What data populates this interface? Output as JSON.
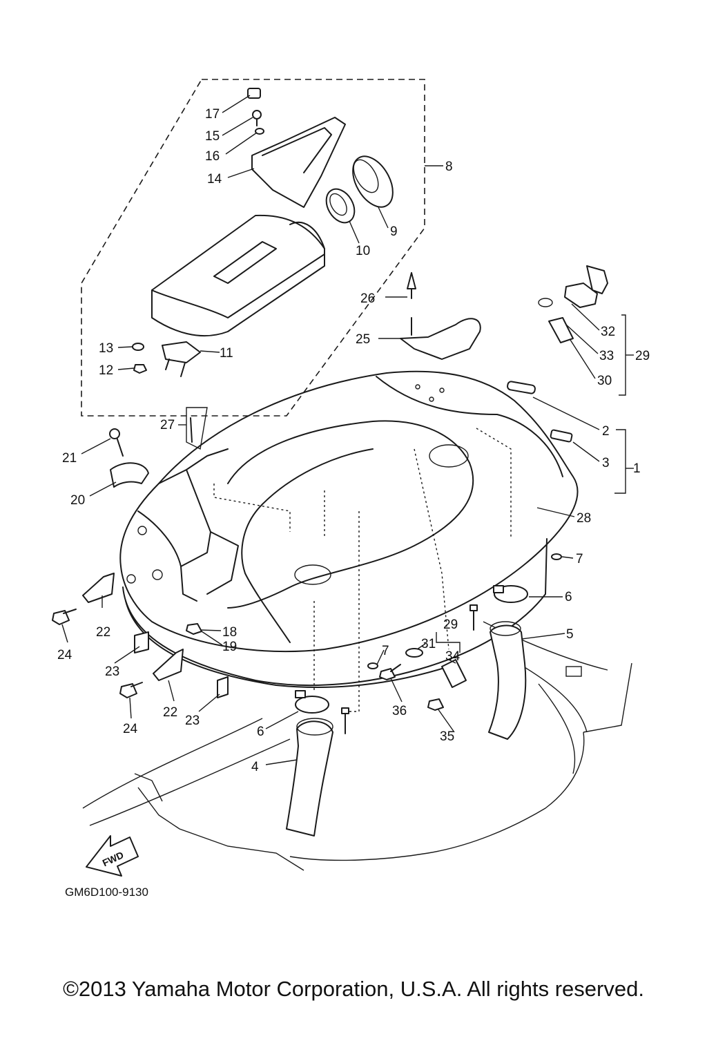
{
  "diagram": {
    "drawing_code": "GM6D100-9130",
    "fwd_label": "FWD",
    "copyright": "©2013 Yamaha Motor Corporation, U.S.A. All rights reserved.",
    "callouts": [
      "1",
      "2",
      "3",
      "4",
      "5",
      "6",
      "7",
      "8",
      "9",
      "10",
      "11",
      "12",
      "13",
      "14",
      "15",
      "16",
      "17",
      "18",
      "19",
      "20",
      "21",
      "22",
      "23",
      "24",
      "25",
      "26",
      "27",
      "28",
      "29",
      "30",
      "31",
      "32",
      "33",
      "34",
      "35",
      "36"
    ]
  }
}
